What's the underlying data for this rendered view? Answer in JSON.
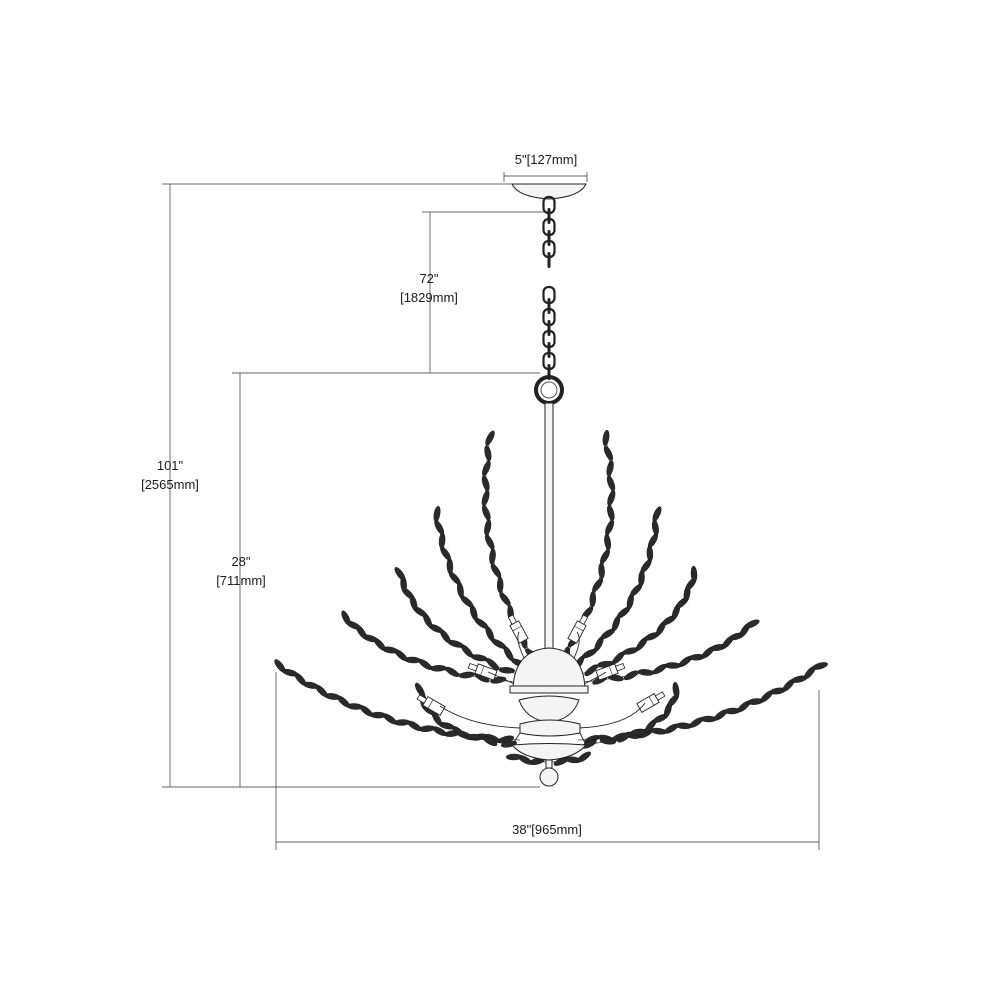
{
  "dimensions": {
    "canopy_width": "5\"[127mm]",
    "chain_length_in": "72\"",
    "chain_length_mm": "[1829mm]",
    "overall_height_in": "101\"",
    "overall_height_mm": "[2565mm]",
    "fixture_height_in": "28\"",
    "fixture_height_mm": "[711mm]",
    "fixture_width": "38\"[965mm]"
  },
  "colors": {
    "line": "#222222",
    "crystal": "#2a2a2a",
    "metal": "#f4f4f4",
    "background": "#ffffff"
  }
}
